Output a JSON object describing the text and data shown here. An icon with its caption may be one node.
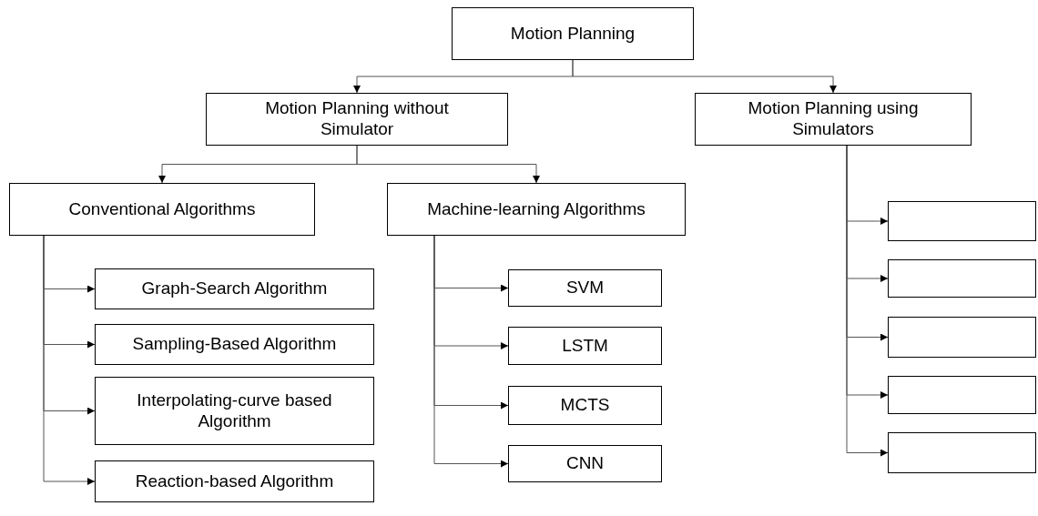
{
  "diagram": {
    "nodes": [
      {
        "text": [
          "Motion Planning"
        ]
      },
      {
        "text": [
          "Motion Planning without Simulator"
        ]
      },
      {
        "text": [
          "Motion Planning using Simulators"
        ]
      },
      {
        "text": [
          "Conventional Algorithms"
        ]
      },
      {
        "text": [
          "Machine-learning Algorithms"
        ]
      },
      {
        "text": [
          "Graph-Search Algorithm"
        ]
      },
      {
        "text": [
          "Sampling-Based Algorithm"
        ]
      },
      {
        "text": [
          "Interpolating-curve based Algorithm"
        ]
      },
      {
        "text": [
          "Reaction-based Algorithm"
        ]
      },
      {
        "text": [
          "SVM"
        ]
      },
      {
        "text": [
          "LSTM"
        ]
      },
      {
        "text": [
          "MCTS"
        ]
      },
      {
        "text": [
          "CNN"
        ]
      },
      {
        "text": [],
        "shape": "box"
      },
      {
        "text": [],
        "shape": "box"
      },
      {
        "text": [],
        "shape": "box"
      },
      {
        "text": [],
        "shape": "box"
      },
      {
        "text": [],
        "shape": "box"
      }
    ],
    "edges": [
      {
        "from": 0,
        "to": 1,
        "arrow": "to"
      },
      {
        "from": 0,
        "to": 2,
        "arrow": "to"
      },
      {
        "from": 1,
        "to": 3,
        "arrow": "to"
      },
      {
        "from": 1,
        "to": 4,
        "arrow": "to"
      },
      {
        "from": 3,
        "to": 5,
        "arrow": "to"
      },
      {
        "from": 3,
        "to": 6,
        "arrow": "to"
      },
      {
        "from": 3,
        "to": 7,
        "arrow": "to"
      },
      {
        "from": 3,
        "to": 8,
        "arrow": "to"
      },
      {
        "from": 4,
        "to": 9,
        "arrow": "to"
      },
      {
        "from": 4,
        "to": 10,
        "arrow": "to"
      },
      {
        "from": 4,
        "to": 11,
        "arrow": "to"
      },
      {
        "from": 4,
        "to": 12,
        "arrow": "to"
      },
      {
        "from": 2,
        "to": 13,
        "arrow": "to"
      },
      {
        "from": 2,
        "to": 14,
        "arrow": "to"
      },
      {
        "from": 2,
        "to": 15,
        "arrow": "to"
      },
      {
        "from": 2,
        "to": 16,
        "arrow": "to"
      },
      {
        "from": 2,
        "to": 17,
        "arrow": "to"
      }
    ]
  }
}
